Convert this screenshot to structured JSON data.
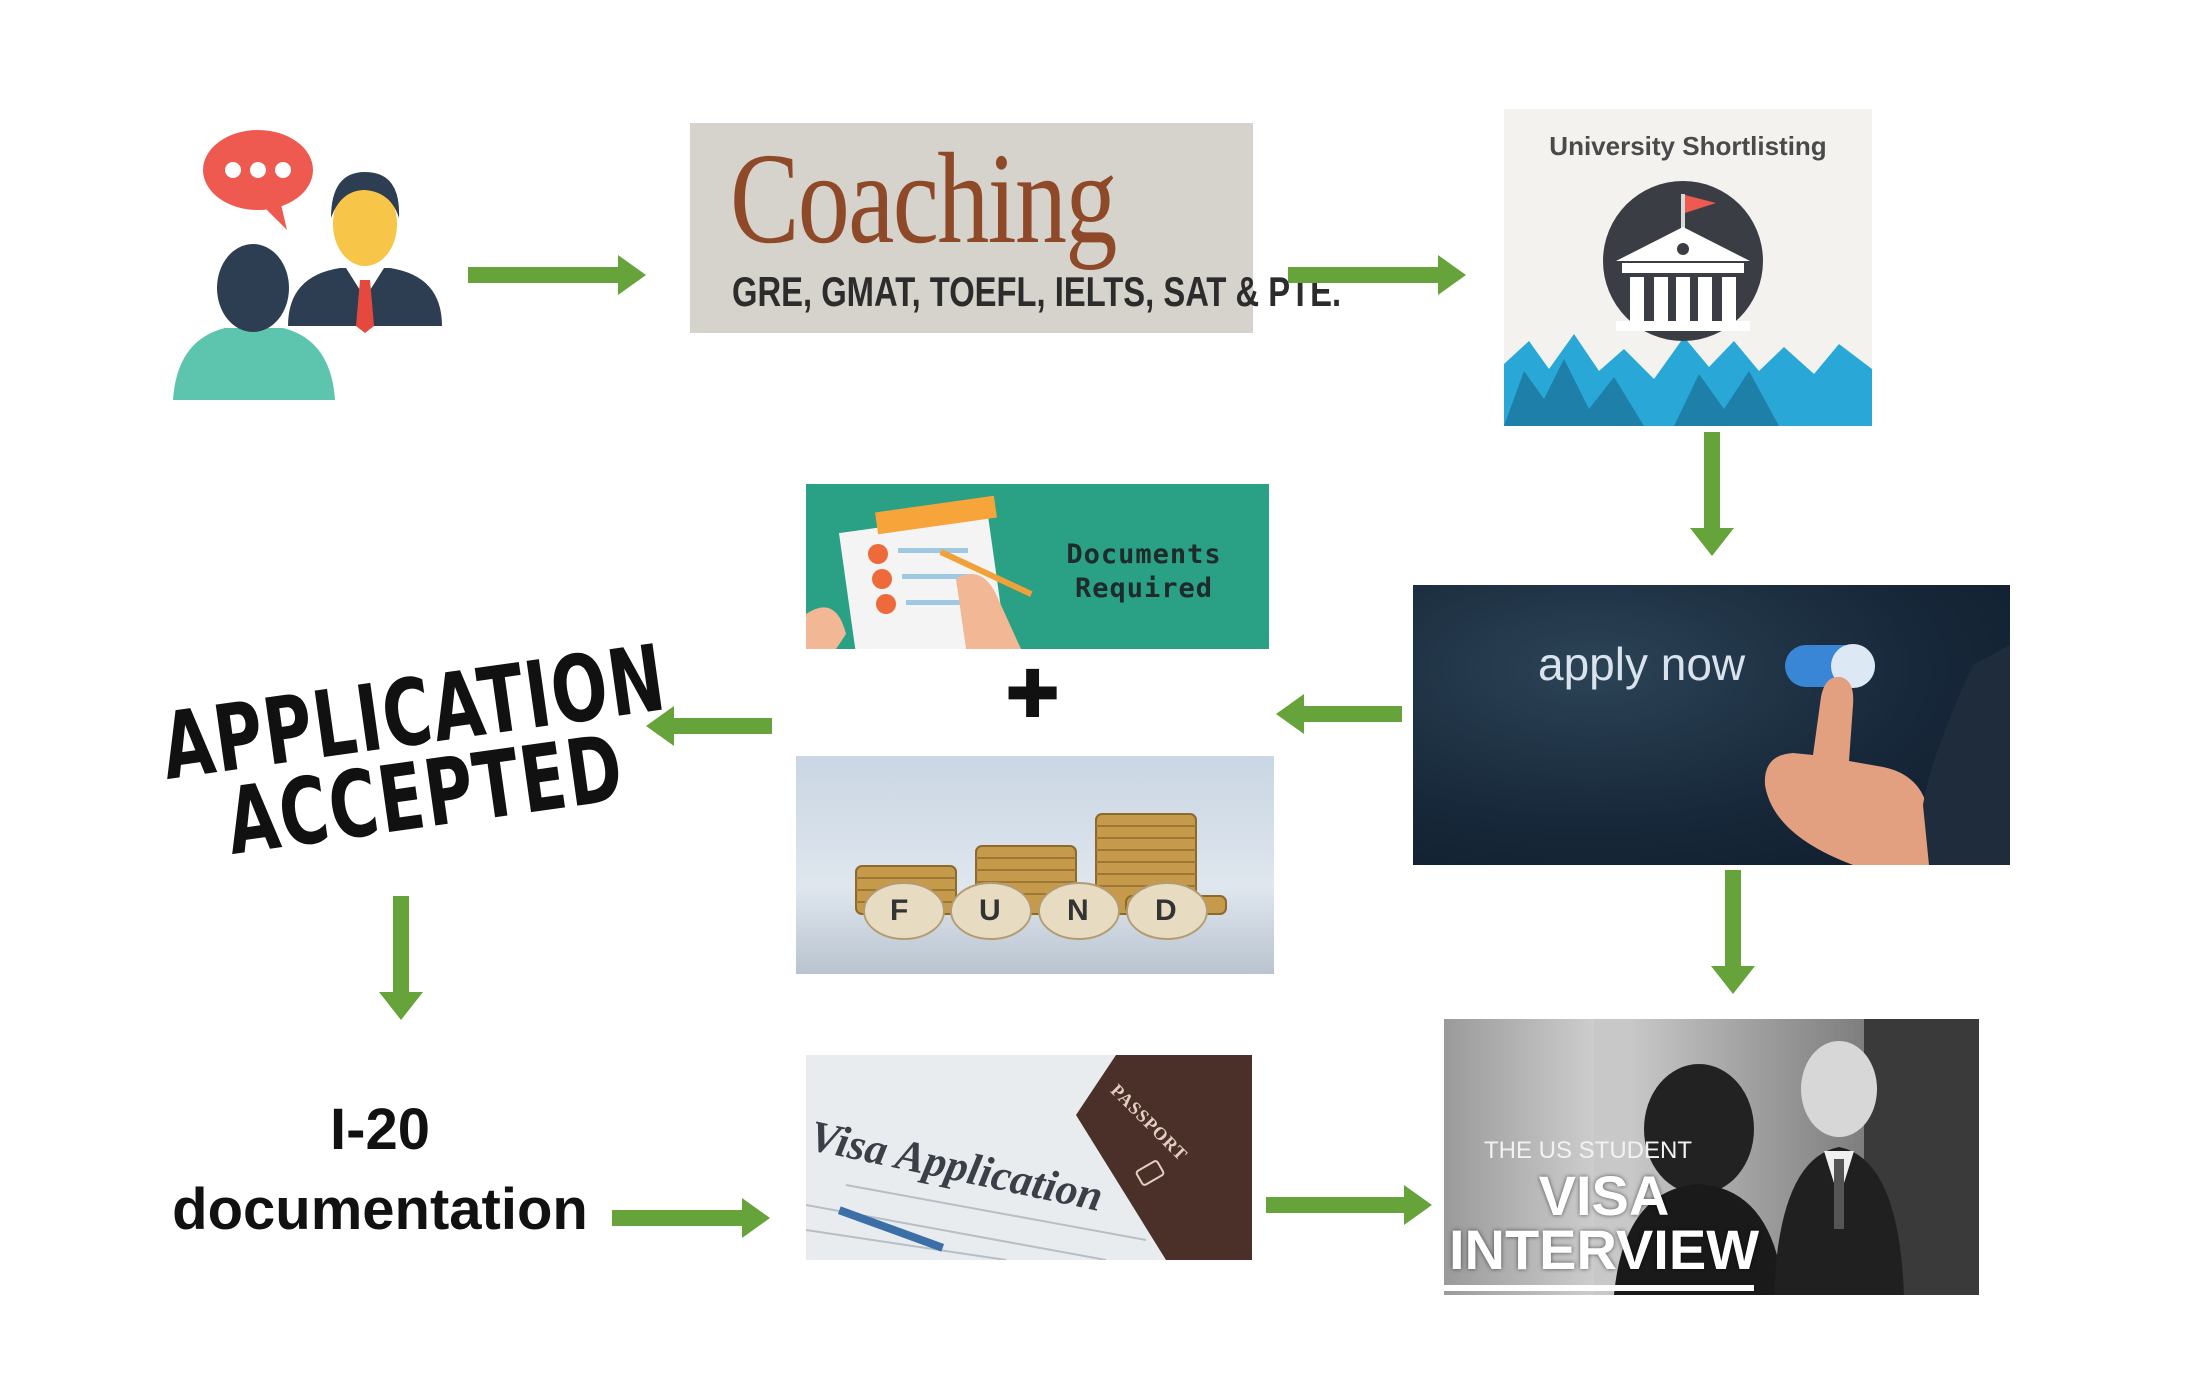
{
  "coaching": {
    "title": "Coaching",
    "tests": "GRE, GMAT, TOEFL, IELTS, SAT & PTE."
  },
  "university": {
    "label": "University Shortlisting"
  },
  "documents": {
    "line1": "Documents",
    "line2": "Required"
  },
  "plus_symbol": "✚",
  "fund": {
    "letters": [
      "F",
      "U",
      "N",
      "D"
    ]
  },
  "apply": {
    "label": "apply now"
  },
  "accepted": {
    "line1": "APPLICATION",
    "line2": "ACCEPTED"
  },
  "i20": {
    "line1": "I-20",
    "line2": "documentation"
  },
  "visa_application": {
    "label": "Visa Application",
    "passport": "PASSPORT"
  },
  "interview": {
    "small": "THE US STUDENT",
    "line1": "VISA",
    "line2": "INTERVIEW"
  },
  "colors": {
    "arrow": "#66a33a",
    "coaching_title": "#8e4a28",
    "docs_banner": "#2aa084",
    "apply_bg": "#17283a"
  },
  "icons": [
    "counselling-icon",
    "university-building-icon",
    "checklist-icon",
    "coin-stack-icon",
    "toggle-switch-icon",
    "passport-icon"
  ]
}
